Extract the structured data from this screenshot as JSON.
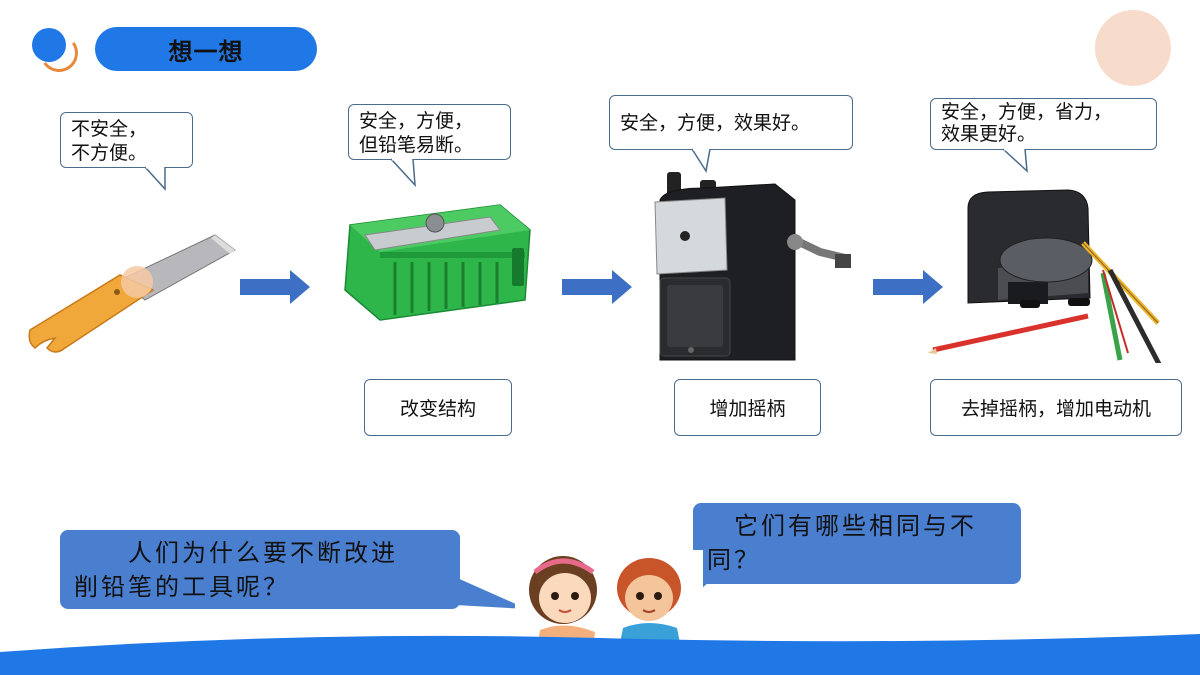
{
  "header": {
    "title": "想一想"
  },
  "steps": [
    {
      "bubble_lines": [
        "不安全，",
        "不方便。"
      ],
      "caption": ""
    },
    {
      "bubble_lines": [
        "安全，方便，",
        "但铅笔易断。"
      ],
      "caption": "改变结构"
    },
    {
      "bubble_lines": [
        "安全，方便，效果好。"
      ],
      "caption": "增加摇柄"
    },
    {
      "bubble_lines": [
        "安全，方便，省力，",
        "效果更好。"
      ],
      "caption": "去掉摇柄，增加电动机"
    }
  ],
  "questions": {
    "left_lines": [
      "　　人们为什么要不断改进",
      "削铅笔的工具呢？"
    ],
    "right_lines": [
      "　它们有哪些相同与不",
      "同？"
    ]
  },
  "colors": {
    "accent": "#1f78e6",
    "arrow": "#3d6fc4",
    "question_bg": "#4a7fd0",
    "peach": "#f8dccb"
  },
  "icons": [
    "utility-knife-icon",
    "pencil-sharpener-icon",
    "crank-sharpener-icon",
    "electric-sharpener-icon"
  ]
}
